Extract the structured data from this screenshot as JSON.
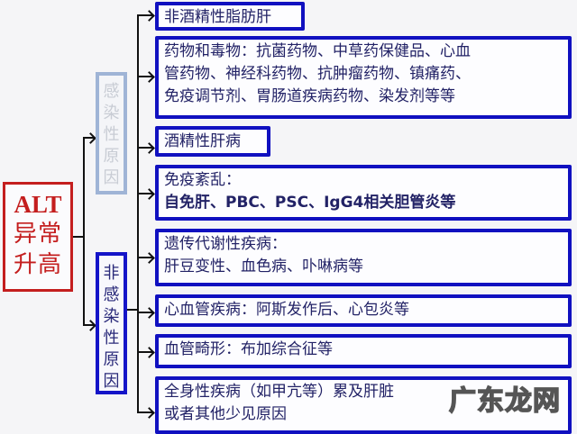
{
  "root": {
    "abbr": "ALT",
    "line1": "异常",
    "line2": "升高",
    "border_color": "#c41e1e"
  },
  "categories": {
    "infectious": {
      "chars": [
        "感",
        "染",
        "性",
        "原",
        "因"
      ],
      "border_color": "#9fb4d6"
    },
    "non_infectious": {
      "chars": [
        "非",
        "感",
        "染",
        "性",
        "原",
        "因"
      ],
      "border_color": "#1414c8"
    }
  },
  "items": [
    {
      "lines": [
        "非酒精性脂肪肝"
      ]
    },
    {
      "lines": [
        "药物和毒物：抗菌药物、中草药保健品、心血",
        "管药物、神经科药物、抗肿瘤药物、镇痛药、",
        "免疫调节剂、胃肠道疾病药物、染发剂等等"
      ]
    },
    {
      "lines": [
        "酒精性肝病"
      ]
    },
    {
      "lines": [
        "免疫紊乱：",
        "自免肝、PBC、PSC、IgG4相关胆管炎等"
      ]
    },
    {
      "lines": [
        "遗传代谢性疾病：",
        "肝豆变性、血色病、卟啉病等"
      ]
    },
    {
      "lines": [
        "心血管疾病：阿斯发作后、心包炎等"
      ]
    },
    {
      "lines": [
        "血管畸形：布加综合征等"
      ]
    },
    {
      "lines": [
        "全身性疾病（如甲亢等）累及肝脏",
        "或者其他少见原因"
      ]
    }
  ],
  "watermark": "广东龙网",
  "colors": {
    "item_border": "#1010c0",
    "item_text": "#222266",
    "line": "#111111"
  }
}
